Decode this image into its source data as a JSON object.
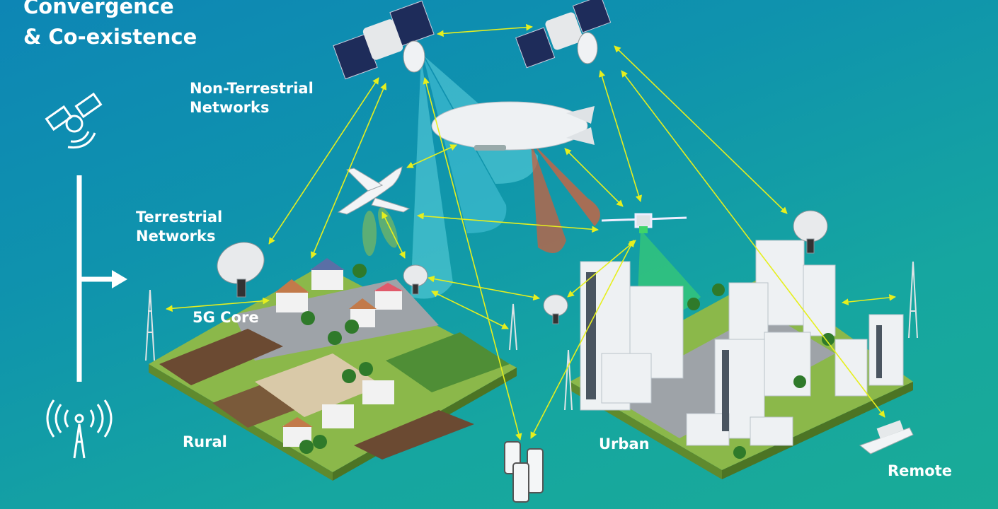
{
  "title": {
    "line1": "Convergence",
    "line2": "& Co-existence"
  },
  "labels": {
    "ntn_line1": "Non-Terrestrial",
    "ntn_line2": "Networks",
    "tn_line1": "Terrestrial",
    "tn_line2": "Networks",
    "core": "5G Core",
    "rural": "Rural",
    "urban": "Urban",
    "remote": "Remote"
  },
  "colors": {
    "arrow": "#e6ef1e",
    "beam_cyan": "#5fd3e0",
    "beam_orange": "#d8603a",
    "beam_green": "#3fd46a",
    "text": "#ffffff"
  }
}
